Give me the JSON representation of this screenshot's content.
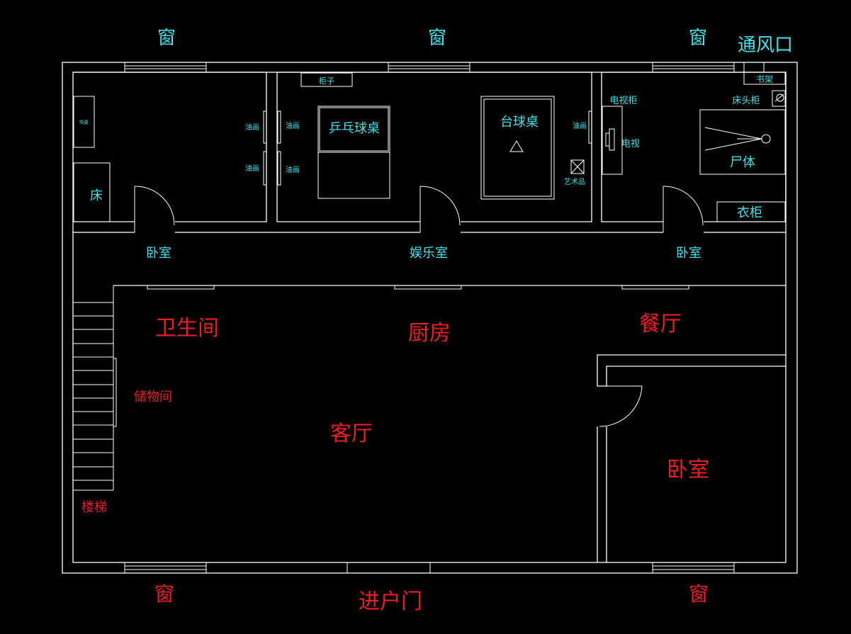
{
  "colors": {
    "background": "#000000",
    "line": "#ffffff",
    "furniture_label": "#3fe3ea",
    "room_label": "#ee1c25"
  },
  "labels": {
    "window_top_left": "窗",
    "window_top_mid": "窗",
    "window_top_right": "窗",
    "vent": "通风口",
    "window_bottom_left": "窗",
    "window_bottom_right": "窗",
    "entrance_door": "进户门",
    "shelf": "柜子",
    "bookshelf": "书架",
    "nightstand": "床头柜",
    "tv_cabinet": "电视柜",
    "tv": "电视",
    "body": "尸体",
    "wardrobe": "衣柜",
    "desk_left": "书桌",
    "bed": "床",
    "painting_1": "油画",
    "painting_2": "油画",
    "painting_3": "油画",
    "painting_4": "油画",
    "painting_5": "油画",
    "artwork": "艺术品",
    "pingpong_table": "乒乓球桌",
    "billiards_table": "台球桌",
    "bedroom_upper_left": "卧室",
    "entertainment_room": "娱乐室",
    "bedroom_upper_right": "卧室",
    "bathroom": "卫生间",
    "kitchen": "厨房",
    "dining_room": "餐厅",
    "storage_room": "储物间",
    "living_room": "客厅",
    "stairs": "楼梯",
    "bedroom_lower_right": "卧室"
  }
}
